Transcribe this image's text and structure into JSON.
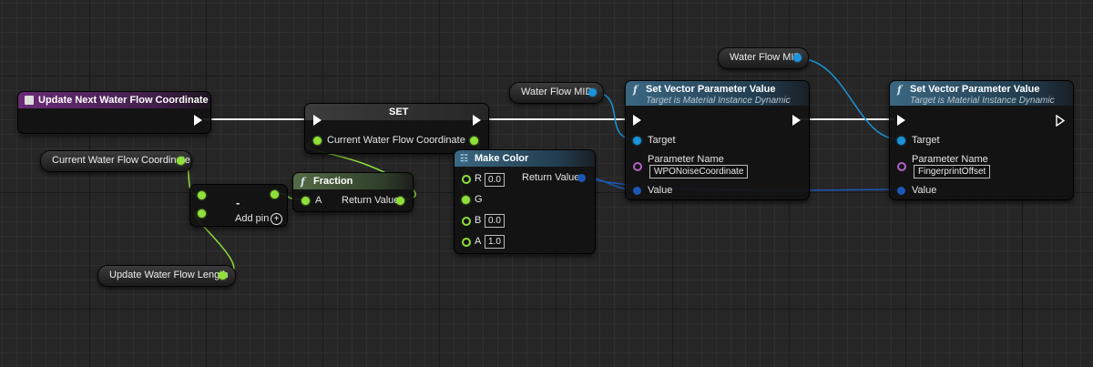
{
  "nodes": {
    "event": {
      "title": "Update Next Water Flow Coordinate"
    },
    "set": {
      "title": "SET",
      "pin_label": "Current Water Flow Coordinate"
    },
    "current_coord_var": {
      "label": "Current Water Flow Coordinate"
    },
    "water_flow_length_var": {
      "label": "Update Water Flow Length"
    },
    "add": {
      "op": "-",
      "add_pin": "Add pin",
      "plus": "+"
    },
    "fraction": {
      "icon": "f",
      "title": "Fraction",
      "in": "A",
      "out": "Return Value"
    },
    "make_color": {
      "title": "Make Color",
      "out": "Return Value",
      "r": "R",
      "r_val": "0.0",
      "g": "G",
      "b": "B",
      "b_val": "0.0",
      "a": "A",
      "a_val": "1.0"
    },
    "mid_var_1": {
      "label": "Water Flow MID"
    },
    "mid_var_2": {
      "label": "Water Flow MID"
    },
    "set_vec_1": {
      "icon": "f",
      "title": "Set Vector Parameter Value",
      "subtitle": "Target is Material Instance Dynamic",
      "target": "Target",
      "param_name": "Parameter Name",
      "param_value": "WPONoiseCoordinate",
      "value": "Value"
    },
    "set_vec_2": {
      "icon": "f",
      "title": "Set Vector Parameter Value",
      "subtitle": "Target is Material Instance Dynamic",
      "target": "Target",
      "param_name": "Parameter Name",
      "param_value": "FingerprintOffset",
      "value": "Value"
    }
  },
  "colors": {
    "exec": "#ffffff",
    "float_pin": "#8fe03a",
    "object_pin": "#1a93d8",
    "struct_pin": "#1d57b4",
    "name_pin": "#b463c9"
  }
}
